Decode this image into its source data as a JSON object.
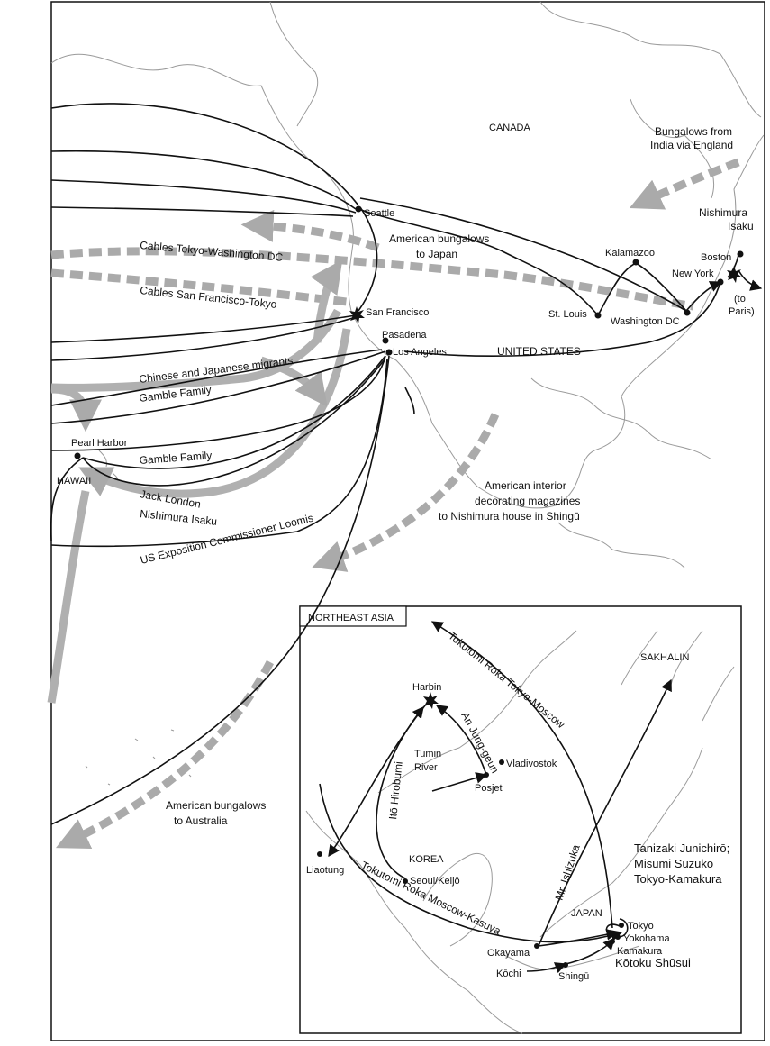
{
  "regions": {
    "canada": "CANADA",
    "united_states": "UNITED STATES",
    "hawaii": "HAWAII",
    "korea": "KOREA",
    "japan": "JAPAN",
    "sakhalin": "SAKHALIN"
  },
  "cities": {
    "seattle": "Seattle",
    "san_francisco": "San Francisco",
    "pasadena": "Pasadena",
    "los_angeles": "Los Angeles",
    "pearl_harbor": "Pearl Harbor",
    "kalamazoo": "Kalamazoo",
    "st_louis": "St. Louis",
    "washington_dc": "Washington DC",
    "boston": "Boston",
    "new_york": "New York",
    "to_paris_1": "(to",
    "to_paris_2": "Paris)",
    "harbin": "Harbin",
    "vladivostok": "Vladivostok",
    "posjet": "Posjet",
    "tumin_river_1": "Tumin",
    "tumin_river_2": "River",
    "liaotung": "Liaotung",
    "seoul": "Seoul/Keijō",
    "okayama": "Okayama",
    "kochi": "Kōchi",
    "shingu": "Shingū",
    "tokyo": "Tokyo",
    "yokohama": "Yokohama",
    "kamakura": "Kamakura"
  },
  "flows": {
    "bungalows_from_india_1": "Bungalows from",
    "bungalows_from_india_2": "India via England",
    "nishimura_isaku_1": "Nishimura",
    "nishimura_isaku_2": "Isaku",
    "american_bungalows_japan_1": "American bungalows",
    "american_bungalows_japan_2": "to Japan",
    "cables_tokyo_washington": "Cables Tokyo-Washington DC",
    "cables_sf_tokyo": "Cables San Francisco-Tokyo",
    "chinese_japanese_migrants": "Chinese and Japanese migrants",
    "gamble_family_1": "Gamble Family",
    "gamble_family_2": "Gamble Family",
    "jack_london": "Jack London",
    "nishimura_isaku_route": "Nishimura Isaku",
    "us_exposition": "US Exposition Commissioner Loomis",
    "american_interior_1": "American interior",
    "american_interior_2": "decorating magazines",
    "american_interior_3": "to Nishimura house in Shingū",
    "american_bungalows_australia_1": "American bungalows",
    "american_bungalows_australia_2": "to Australia"
  },
  "inset": {
    "title": "NORTHEAST ASIA",
    "tokutomi_tokyo_moscow": "Tokutomi Roka Tokyo-Moscow",
    "tokutomi_moscow_kasuya": "Tokutomi Roka Moscow-Kasuya",
    "an_jung_geun": "An Jung-geun",
    "ito_hirobumi": "Itō Hirobumi",
    "mr_ishizuka": "Mr. Ishizuka",
    "tanizaki_1": "Tanizaki Junichirō;",
    "tanizaki_2": "Misumi Suzuko",
    "tanizaki_3": "Tokyo-Kamakura",
    "kotoku": "Kōtoku Shūsui"
  }
}
